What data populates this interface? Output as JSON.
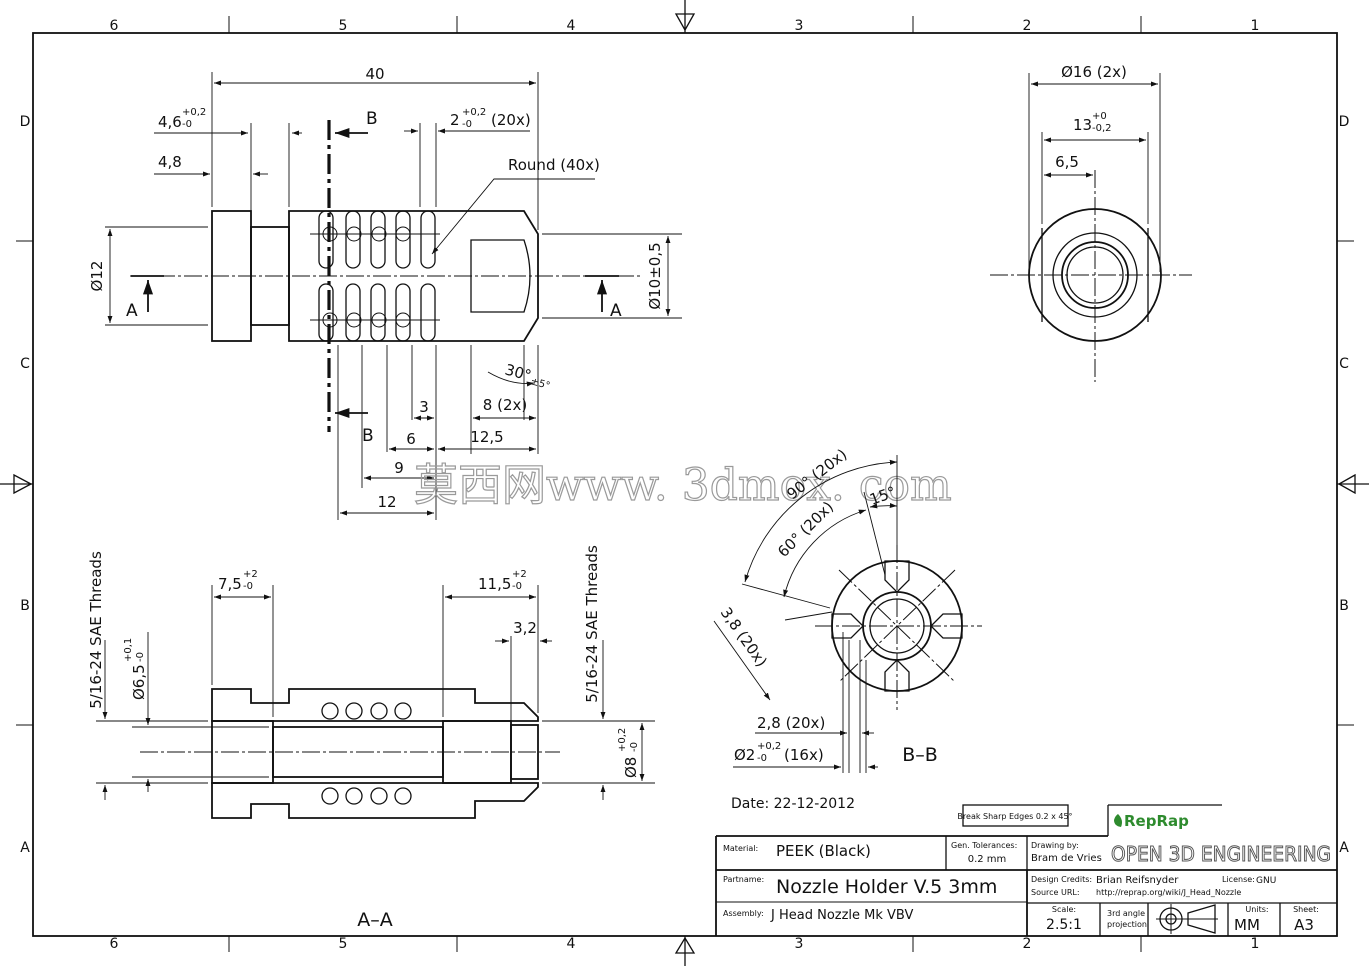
{
  "frame": {
    "columns": [
      "6",
      "5",
      "4",
      "3",
      "2",
      "1"
    ],
    "rows": [
      "D",
      "C",
      "B",
      "A"
    ]
  },
  "front_view": {
    "dims": {
      "overall": "40",
      "d46": "4,6",
      "d46_tol_up": "+0,2",
      "d46_tol_dn": "-0",
      "d48": "4,8",
      "d2": "2",
      "d2_tol_up": "+0,2",
      "d2_tol_dn": "-0",
      "d2_count": "(20x)",
      "round": "Round (40x)",
      "dia12": "Ø12",
      "dia10": "Ø10±0,5",
      "angle": "30°",
      "angle_tol": "±5°",
      "d3": "3",
      "d8": "8 (2x)",
      "d6": "6",
      "d125": "12,5",
      "d9": "9",
      "d12": "12"
    },
    "section_marks": {
      "b": "B",
      "a": "A"
    }
  },
  "end_view": {
    "dims": {
      "dia16": "Ø16 (2x)",
      "d13": "13",
      "d13_tol_up": "+0",
      "d13_tol_dn": "-0,2",
      "d65": "6,5"
    }
  },
  "section_aa": {
    "label": "A–A",
    "dims": {
      "thread_left": "5/16-24 SAE Threads",
      "thread_right": "5/16-24 SAE Threads",
      "d75": "7,5",
      "d75_tol_up": "+2",
      "d75_tol_dn": "-0",
      "d115": "11,5",
      "d115_tol_up": "+2",
      "d115_tol_dn": "-0",
      "d32": "3,2",
      "dia65": "Ø6,5",
      "dia65_tol_up": "+0,1",
      "dia65_tol_dn": "-0",
      "dia8": "Ø8",
      "dia8_tol_up": "+0,2",
      "dia8_tol_dn": "-0"
    }
  },
  "section_bb": {
    "label": "B–B",
    "dims": {
      "a90": "90° (20x)",
      "a15": "15°",
      "a60": "60° (20x)",
      "d38": "3,8 (20x)",
      "d28": "2,8 (20x)",
      "dia2": "Ø2",
      "dia2_tol_up": "+0,2",
      "dia2_tol_dn": "-0",
      "dia2_count": "(16x)"
    }
  },
  "date": "Date: 22-12-2012",
  "watermark": "莫西网www. 3dmox. com",
  "title_block": {
    "break_edges": "Break Sharp Edges 0.2 x 45°",
    "logo_reprap": "RepRap",
    "logo_o3e": "OPEN 3D ENGINEERING",
    "material_label": "Material:",
    "material_value": "PEEK (Black)",
    "tolerance_label": "Gen. Tolerances:",
    "tolerance_value": "0.2 mm",
    "drawn_label": "Drawing by:",
    "drawn_value": "Bram de Vries",
    "partname_label": "Partname:",
    "partname_value": "Nozzle Holder V.5 3mm",
    "assembly_label": "Assembly:",
    "assembly_value": "J Head Nozzle Mk VBV",
    "credits_label": "Design Credits:",
    "credits_value": "Brian Reifsnyder",
    "license_label": "License:",
    "license_value": "GNU",
    "source_label": "Source URL:",
    "source_value": "http://reprap.org/wiki/J_Head_Nozzle",
    "scale_label": "Scale:",
    "scale_value": "2.5:1",
    "projection_line1": "3rd angle",
    "projection_line2": "projection",
    "units_label": "Units:",
    "units_value": "MM",
    "sheet_label": "Sheet:",
    "sheet_value": "A3"
  },
  "colors": {
    "line": "#111111",
    "reprap_green": "#2e8b2e",
    "watermark": "#9a9a9a"
  }
}
